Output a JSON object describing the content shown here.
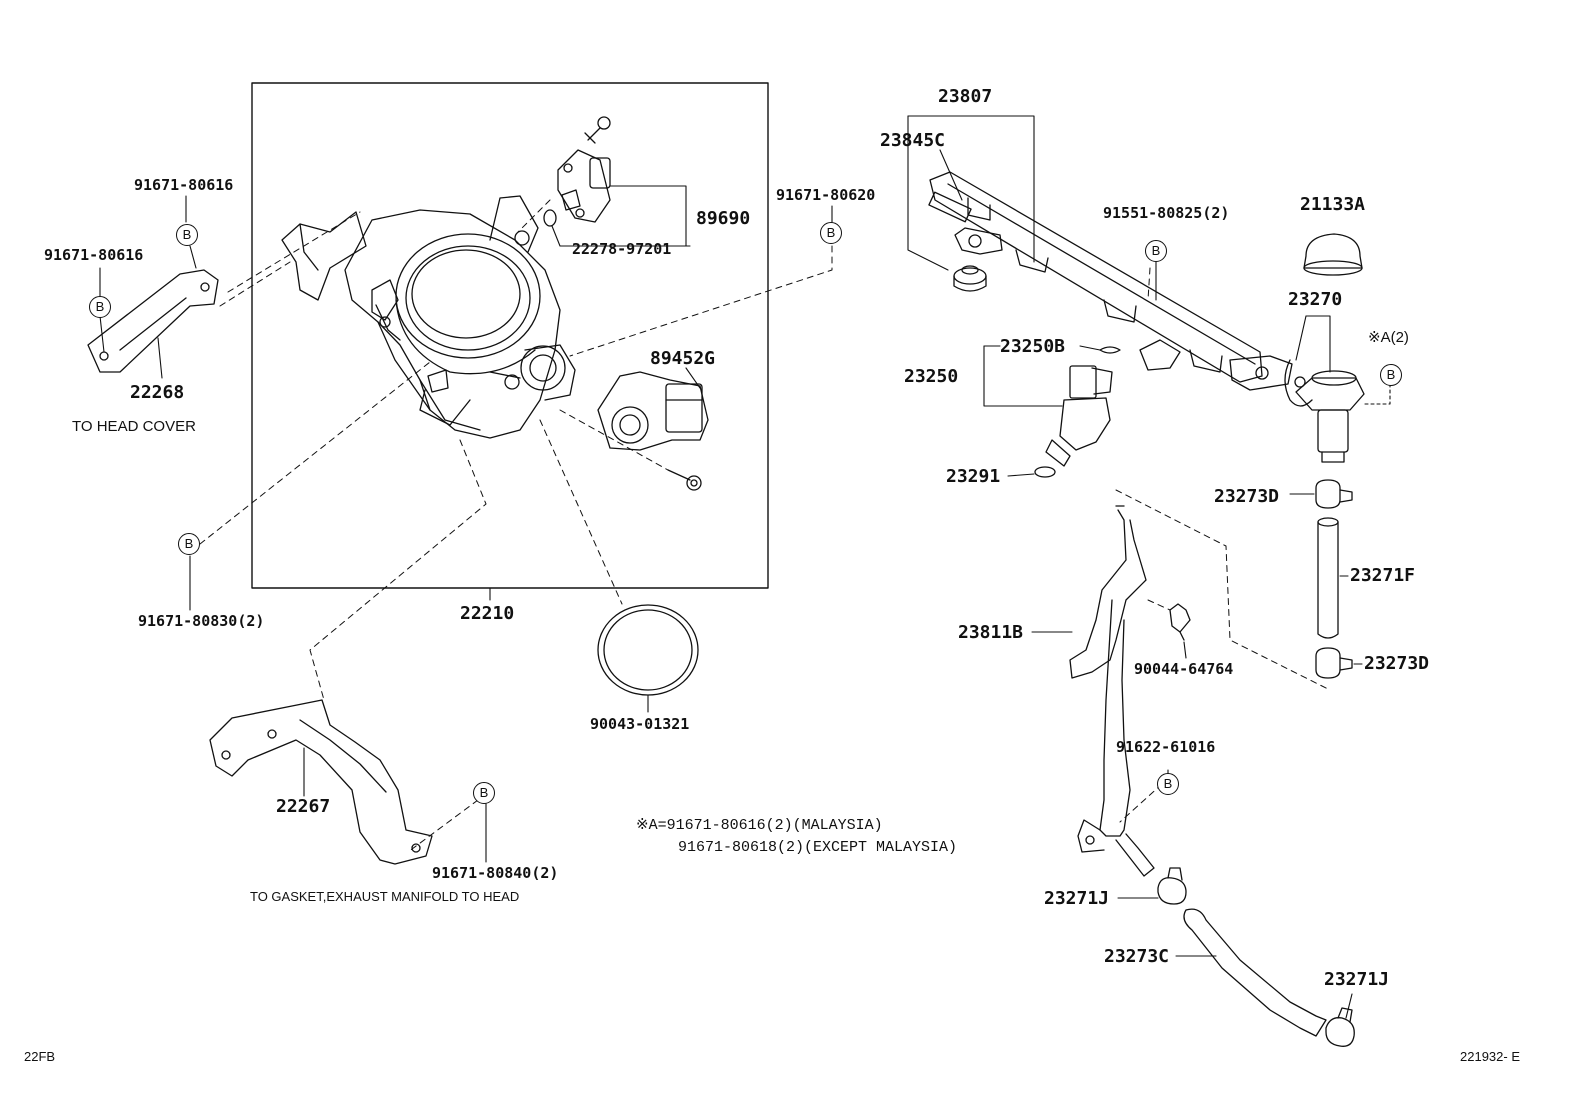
{
  "parts": {
    "p23807": "23807",
    "p23845c": "23845C",
    "p91551": "91551-80825(2)",
    "p21133a": "21133A",
    "p23270": "23270",
    "a2": "※A(2)",
    "p23250b": "23250B",
    "p23250": "23250",
    "p23291": "23291",
    "p23273d_top": "23273D",
    "p23271f": "23271F",
    "p23273d_bot": "23273D",
    "p23811b": "23811B",
    "p90044": "90044-64764",
    "p91622": "91622-61016",
    "p23271j_a": "23271J",
    "p23273c": "23273C",
    "p23271j_b": "23271J",
    "p91671_80616_a": "91671-80616",
    "p91671_80616_b": "91671-80616",
    "p22268": "22268",
    "head_cover": "TO HEAD COVER",
    "p89690": "89690",
    "p22278": "22278-97201",
    "p91671_80620": "91671-80620",
    "p89452g": "89452G",
    "p91671_80830": "91671-80830(2)",
    "p22210": "22210",
    "p90043": "90043-01321",
    "p22267": "22267",
    "p91671_80840": "91671-80840(2)",
    "gasket_note": "TO GASKET,EXHAUST MANIFOLD TO HEAD",
    "note_a1": "※A=91671-80616(2)(MALAYSIA)",
    "note_a2": "91671-80618(2)(EXCEPT MALAYSIA)",
    "footer_left": "22FB",
    "footer_right": "221932- E",
    "b_marker": "B"
  }
}
